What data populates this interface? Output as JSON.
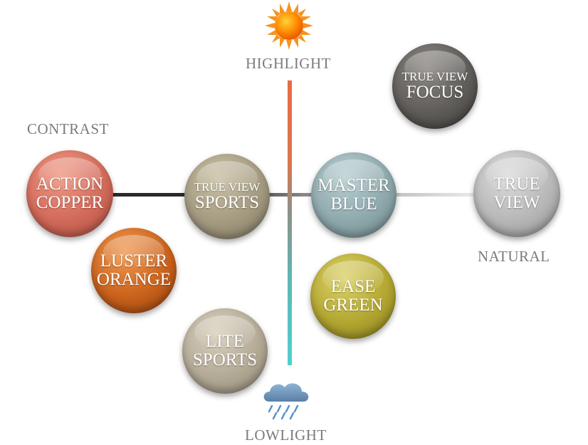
{
  "axes": {
    "top": "HIGHLIGHT",
    "bottom": "LOWLIGHT",
    "left": "CONTRAST",
    "right": "NATURAL"
  },
  "icons": {
    "top": "sun-icon",
    "bottom": "rain-cloud-icon"
  },
  "lenses": {
    "action_copper": {
      "line1": "ACTION",
      "line2": "COPPER",
      "color": "#d26a5a"
    },
    "luster_orange": {
      "line1": "LUSTER",
      "line2": "ORANGE",
      "color": "#c9621c"
    },
    "true_view_sports": {
      "line1": "TRUE VIEW",
      "line2": "SPORTS",
      "color": "#a39a80"
    },
    "lite_sports": {
      "line1": "LITE",
      "line2": "SPORTS",
      "color": "#b3aa96"
    },
    "master_blue": {
      "line1": "MASTER",
      "line2": "BLUE",
      "color": "#8ea8ac"
    },
    "ease_green": {
      "line1": "EASE",
      "line2": "GREEN",
      "color": "#b3a631"
    },
    "true_view_focus": {
      "line1": "TRUE VIEW",
      "line2": "FOCUS",
      "color": "#5f5c59"
    },
    "true_view": {
      "line1": "TRUE",
      "line2": "VIEW",
      "color": "#b7b7b7"
    }
  }
}
